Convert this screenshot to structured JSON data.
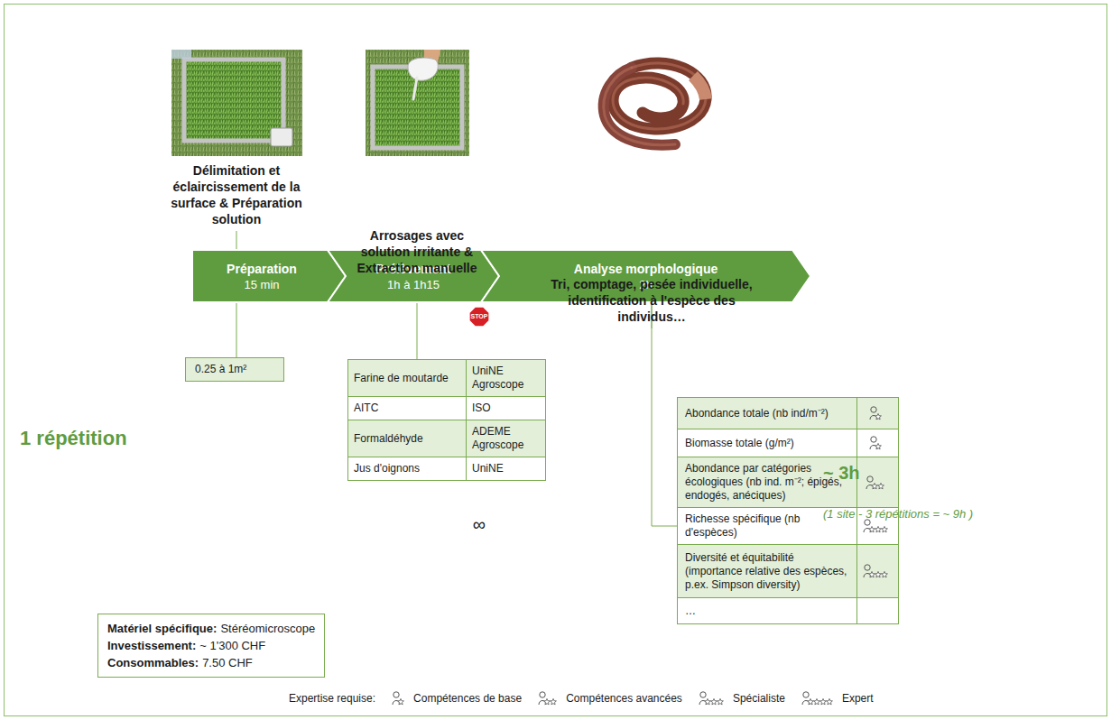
{
  "diagram": {
    "nodes": [
      {
        "text": [
          "Préparation",
          "15 min"
        ]
      },
      {
        "text": [
          "Prélèvement",
          "1h à 1h15"
        ]
      },
      {
        "text": [
          "STOP"
        ]
      },
      {
        "text": [
          "Analyse morphologique",
          "2h"
        ]
      },
      {
        "text": [
          "0.25 à 1m²"
        ]
      },
      {
        "text": [
          "Farine de moutarde",
          "UniNE Agroscope"
        ]
      },
      {
        "text": [
          "AITC",
          "ISO"
        ]
      },
      {
        "text": [
          "Formaldéhyde",
          "ADEME Agroscope"
        ]
      },
      {
        "text": [
          "Jus d'oignons",
          "UniNE"
        ]
      },
      {
        "text": [
          "Abondance totale (nb ind/m⁻²)"
        ]
      },
      {
        "text": [
          "Biomasse totale (g/m²)"
        ]
      },
      {
        "text": [
          "Abondance par catégories écologiques (nb ind. m⁻²; épigés, endogés, anéciques)"
        ]
      },
      {
        "text": [
          "Richesse spécifique (nb d'espèces)"
        ]
      },
      {
        "text": [
          "Diversité et équitabilité (importance relative des espèces, p.ex. Simpson diversity)"
        ]
      },
      {
        "text": [
          "…"
        ]
      },
      {
        "text": [
          "Matériel spécifique:",
          "Stéréomicroscope",
          "Investissement:",
          "~ 1'300 CHF",
          "Consommables:",
          "7.50 CHF"
        ]
      }
    ],
    "edges": [
      {
        "from": 0,
        "to": 4,
        "arrow": "none"
      },
      {
        "from": 1,
        "to": 5,
        "arrow": "none"
      },
      {
        "from": 3,
        "to": 12,
        "arrow": "none"
      }
    ],
    "labels": [
      "Délimitation et éclaircissement de la surface & Préparation solution",
      "Arrosages avec solution irritante & Extraction manuelle",
      "Tri, comptage, pesée individuelle, identification à l'espèce des individus…",
      "1 répétition",
      "∞",
      "~ 3h",
      "(1 site - 3 répétitions = ~ 9h )",
      "Expertise requise:"
    ],
    "legend": [
      {
        "text": "Compétences de base"
      },
      {
        "text": "Compétences avancées"
      },
      {
        "text": "Spécialiste"
      },
      {
        "text": "Expert"
      }
    ]
  }
}
